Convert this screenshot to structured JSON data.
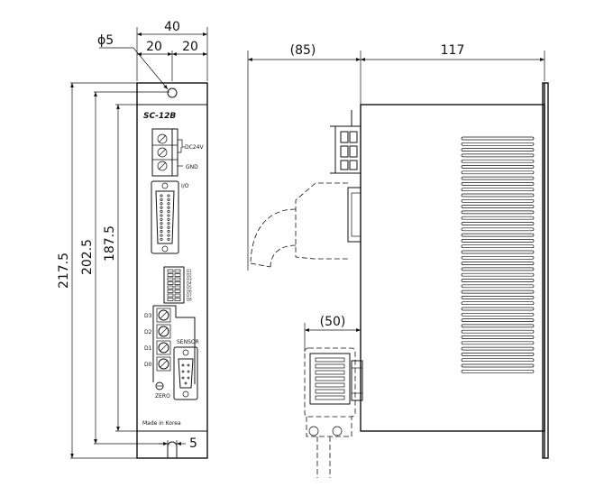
{
  "dimensions": {
    "width_total": "40",
    "width_left": "20",
    "width_right": "20",
    "hole_diameter": "ϕ5",
    "height_total": "217.5",
    "height_mid": "202.5",
    "height_inner": "187.5",
    "slot_width": "5",
    "cable_clearance": "(85)",
    "depth": "117",
    "connector_clearance": "(50)"
  },
  "panel": {
    "model": "SC-12B",
    "power_label": "DC24V",
    "gnd_label": "GND",
    "io_label": "I/O",
    "switch_labels": [
      "D1",
      "D2",
      "D3",
      "D4",
      "D5",
      "D6",
      "D7",
      "D8"
    ],
    "pot_labels": [
      "D3",
      "D2",
      "D1",
      "D0"
    ],
    "sensor_label": "SENSOR",
    "zero_label": "ZERO",
    "made_in": "Made in Korea"
  }
}
